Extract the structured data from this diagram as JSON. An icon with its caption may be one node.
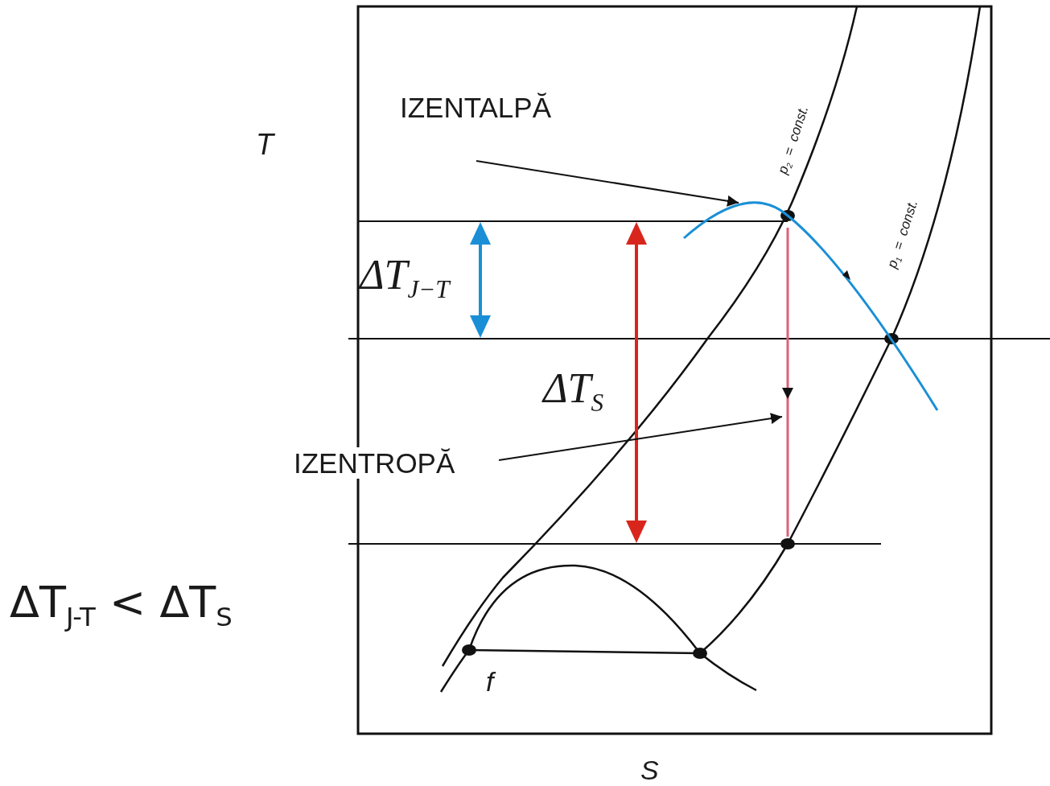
{
  "diagram": {
    "nodes": [
      {
        "text": [
          "IZENTALPĂ"
        ]
      },
      {
        "text": [],
        "shape": "curve"
      },
      {
        "text": [
          "IZENTROPĂ"
        ]
      },
      {
        "text": [],
        "shape": "line"
      }
    ],
    "edges": [
      {
        "from": 0,
        "to": 1,
        "arrow": "to"
      },
      {
        "from": 2,
        "to": 3,
        "arrow": "to"
      }
    ],
    "labels": [
      "T",
      "p$_{2}$ = const.",
      "p$_{1}$ = const.",
      "ΔT$_{J−T}$",
      "ΔT$_{S}$",
      "ΔT$_{J-T}$ < ΔT$_{S}$",
      "f",
      "S"
    ]
  }
}
